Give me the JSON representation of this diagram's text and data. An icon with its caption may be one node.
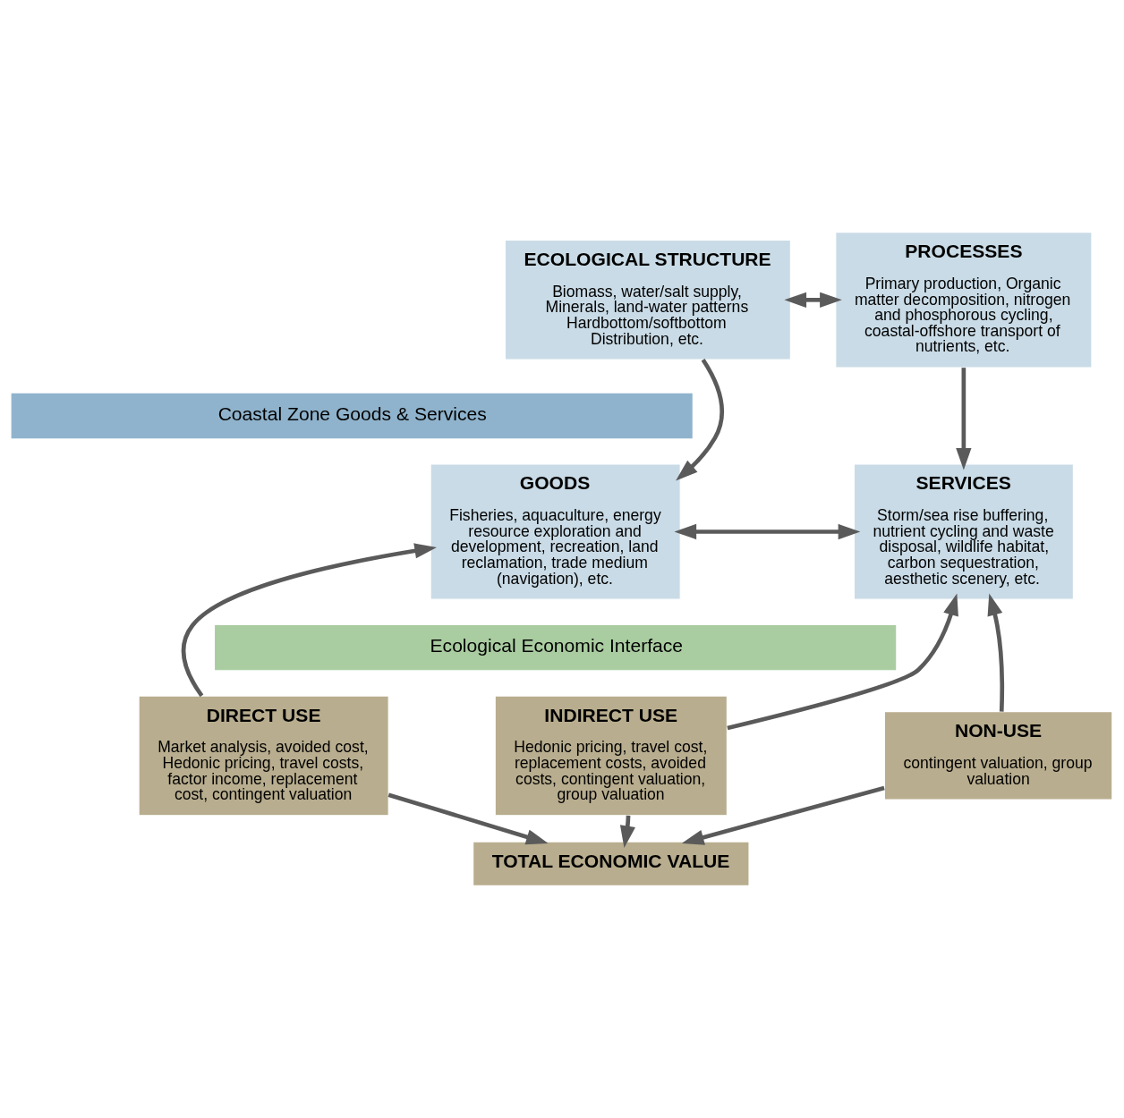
{
  "diagram": {
    "nodes": [
      {
        "text": [
          "ECOLOGICAL STRUCTURE",
          "Biomass, water/salt supply, Minerals, land-water patterns Hardbottom/softbottom Distribution, etc."
        ]
      },
      {
        "text": [
          "PROCESSES",
          "Primary production, Organic matter decomposition, nitrogen and phosphorous cycling, coastal-offshore transport of nutrients, etc."
        ]
      },
      {
        "text": [
          "GOODS",
          "Fisheries, aquaculture, energy resource exploration and development, recreation, land reclamation, trade medium (navigation), etc."
        ]
      },
      {
        "text": [
          "SERVICES",
          "Storm/sea rise buffering, nutrient cycling and waste disposal, wildlife habitat, carbon sequestration, aesthetic scenery, etc."
        ]
      },
      {
        "text": [
          "DIRECT USE",
          "Market analysis, avoided cost, Hedonic pricing, travel costs, factor income, replacement cost, contingent valuation"
        ]
      },
      {
        "text": [
          "INDIRECT USE",
          "Hedonic pricing, travel cost, replacement costs, avoided costs, contingent valuation, group valuation"
        ]
      },
      {
        "text": [
          "NON-USE",
          "contingent valuation, group valuation"
        ]
      },
      {
        "text": [
          "TOTAL ECONOMIC VALUE"
        ]
      }
    ],
    "edges": [
      {
        "from": 0,
        "to": 1,
        "arrow": "both"
      },
      {
        "from": 0,
        "to": 2,
        "arrow": "to"
      },
      {
        "from": 1,
        "to": 3,
        "arrow": "to"
      },
      {
        "from": 2,
        "to": 3,
        "arrow": "both"
      },
      {
        "from": 4,
        "to": 2,
        "arrow": "to"
      },
      {
        "from": 5,
        "to": 3,
        "arrow": "to"
      },
      {
        "from": 6,
        "to": 3,
        "arrow": "to"
      },
      {
        "from": 4,
        "to": 7,
        "arrow": "to"
      },
      {
        "from": 5,
        "to": 7,
        "arrow": "to"
      },
      {
        "from": 6,
        "to": 7,
        "arrow": "to"
      }
    ],
    "labels": [
      "Coastal Zone Goods & Services",
      "Ecological Economic Interface"
    ]
  }
}
